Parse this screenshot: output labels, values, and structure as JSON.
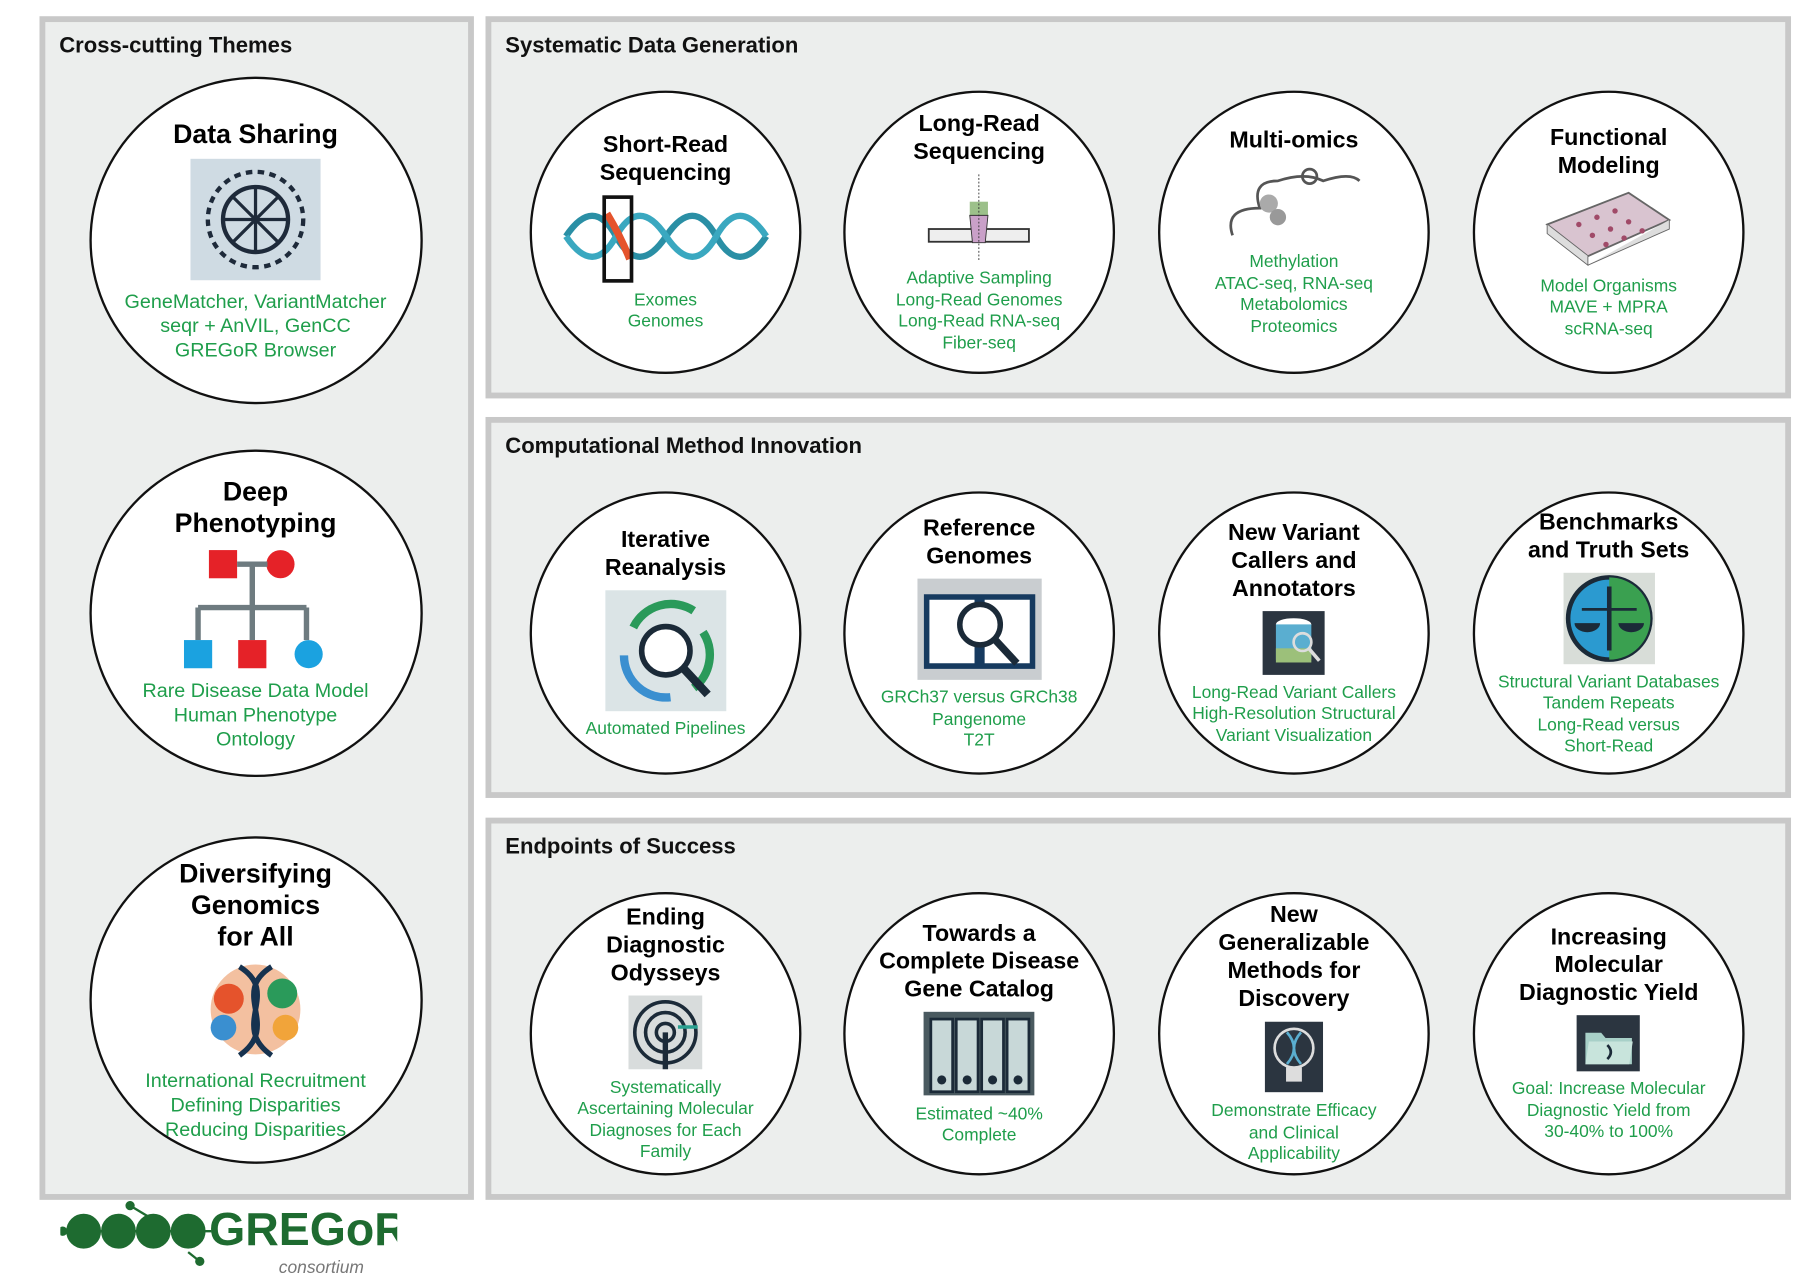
{
  "panels": {
    "cross": "Cross-cutting Themes",
    "systematic": "Systematic Data Generation",
    "computational": "Computational Method Innovation",
    "endpoints": "Endpoints of Success"
  },
  "colors": {
    "green": "#1f9e4b",
    "panel": "#eceeed",
    "border": "#c8c8c8"
  },
  "cross_themes": [
    {
      "id": "data-sharing",
      "title": [
        "Data Sharing"
      ],
      "icon": "globe-network-icon",
      "items": [
        "GeneMatcher, VariantMatcher",
        "seqr + AnVIL, GenCC",
        "GREGoR Browser"
      ]
    },
    {
      "id": "deep-phenotyping",
      "title": [
        "Deep",
        "Phenotyping"
      ],
      "icon": "pedigree-icon",
      "items": [
        "Rare Disease Data Model",
        "Human Phenotype",
        "Ontology"
      ]
    },
    {
      "id": "diversifying-genomics",
      "title": [
        "Diversifying",
        "Genomics",
        "for All"
      ],
      "icon": "diverse-dna-icon",
      "items": [
        "International Recruitment",
        "Defining Disparities",
        "Reducing Disparities"
      ]
    }
  ],
  "systematic": [
    {
      "id": "short-read",
      "title": [
        "Short-Read",
        "Sequencing"
      ],
      "icon": "dna-helix-icon",
      "items": [
        "Exomes",
        "Genomes"
      ]
    },
    {
      "id": "long-read",
      "title": [
        "Long-Read",
        "Sequencing"
      ],
      "icon": "nanopore-icon",
      "items": [
        "Adaptive Sampling",
        "Long-Read Genomes",
        "Long-Read RNA-seq",
        "Fiber-seq"
      ]
    },
    {
      "id": "multi-omics",
      "title": [
        "Multi-omics"
      ],
      "icon": "chromatin-icon",
      "items": [
        "Methylation",
        "ATAC-seq, RNA-seq",
        "Metabolomics",
        "Proteomics"
      ]
    },
    {
      "id": "functional-modeling",
      "title": [
        "Functional",
        "Modeling"
      ],
      "icon": "well-plate-icon",
      "items": [
        "Model Organisms",
        "MAVE + MPRA",
        "scRNA-seq"
      ]
    }
  ],
  "computational": [
    {
      "id": "iterative-reanalysis",
      "title": [
        "Iterative",
        "Reanalysis"
      ],
      "icon": "cycle-magnifier-icon",
      "items": [
        "Automated Pipelines"
      ]
    },
    {
      "id": "reference-genomes",
      "title": [
        "Reference",
        "Genomes"
      ],
      "icon": "book-magnifier-icon",
      "items": [
        "GRCh37 versus GRCh38",
        "Pangenome",
        "T2T"
      ]
    },
    {
      "id": "variant-callers",
      "title": [
        "New Variant",
        "Callers and",
        "Annotators"
      ],
      "icon": "database-search-icon",
      "items": [
        "Long-Read Variant Callers",
        "High-Resolution Structural",
        "Variant Visualization"
      ]
    },
    {
      "id": "benchmarks",
      "title": [
        "Benchmarks",
        "and Truth Sets"
      ],
      "icon": "scales-icon",
      "items": [
        "Structural Variant Databases",
        "Tandem Repeats",
        "Long-Read versus",
        "Short-Read"
      ]
    }
  ],
  "endpoints": [
    {
      "id": "ending-odysseys",
      "title": [
        "Ending",
        "Diagnostic",
        "Odysseys"
      ],
      "icon": "maze-dna-icon",
      "items": [
        "Systematically",
        "Ascertaining Molecular",
        "Diagnoses for Each",
        "Family"
      ]
    },
    {
      "id": "gene-catalog",
      "title": [
        "Towards a",
        "Complete Disease",
        "Gene Catalog"
      ],
      "icon": "binders-icon",
      "items": [
        "Estimated ~40%",
        "Complete"
      ]
    },
    {
      "id": "generalizable-methods",
      "title": [
        "New",
        "Generalizable",
        "Methods for",
        "Discovery"
      ],
      "icon": "lightbulb-dna-icon",
      "items": [
        "Demonstrate Efficacy",
        "and Clinical",
        "Applicability"
      ]
    },
    {
      "id": "diagnostic-yield",
      "title": [
        "Increasing",
        "Molecular",
        "Diagnostic Yield"
      ],
      "icon": "folder-icon",
      "items": [
        "Goal: Increase Molecular",
        "Diagnostic Yield from",
        "30-40% to 100%"
      ]
    }
  ],
  "logo": {
    "name": "GREGoR",
    "subtitle": "consortium"
  }
}
